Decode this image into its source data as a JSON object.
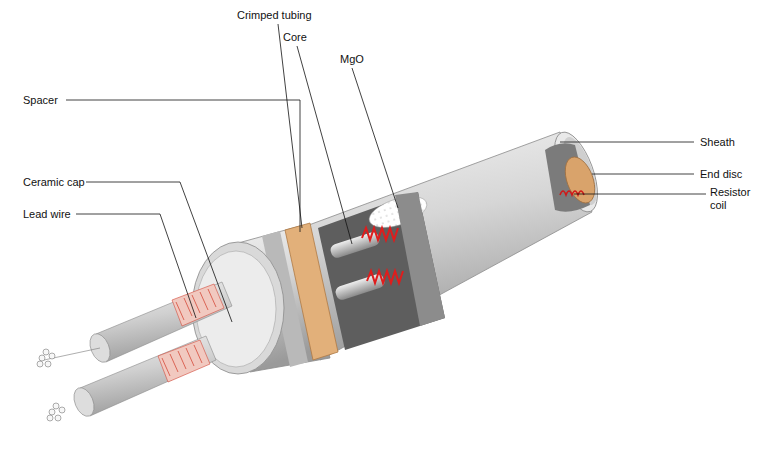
{
  "diagram": {
    "labels": [
      "Crimped tubing",
      "Core",
      "MgO",
      "Spacer",
      "Ceramic cap",
      "Lead wire",
      "Sheath",
      "End disc",
      "Resistor coil"
    ]
  }
}
